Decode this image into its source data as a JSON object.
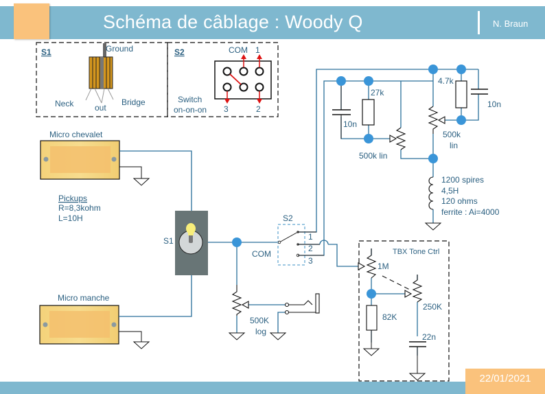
{
  "header": {
    "title": "Schéma de câblage : Woody Q",
    "author": "N. Braun"
  },
  "footer": {
    "date": "22/01/2021"
  },
  "colors": {
    "header_bar": "#7fb8cf",
    "accent": "#fac27c",
    "wire": "#2a6f9a",
    "node": "#3a95d8",
    "text": "#2a5f80",
    "switch_link": "#dd1111"
  },
  "legend_s1": {
    "title": "S1",
    "ground": "Ground",
    "neck": "Neck",
    "out": "out",
    "bridge": "Bridge"
  },
  "legend_s2": {
    "title": "S2",
    "com": "COM",
    "pin1": "1",
    "pin2": "2",
    "pin3": "3",
    "type_line1": "Switch",
    "type_line2": "on-on-on"
  },
  "pickups": {
    "bridge_label": "Micro chevalet",
    "neck_label": "Micro manche",
    "spec_title": "Pickups",
    "spec_r": "R=8,3kohm",
    "spec_l": "L=10H"
  },
  "s1_switch": {
    "label": "S1"
  },
  "s2_switch": {
    "label": "S2",
    "com": "COM",
    "pin1": "1",
    "pin2": "2",
    "pin3": "3"
  },
  "volume": {
    "value": "500K",
    "taper": "log"
  },
  "filter1": {
    "cap": "10n",
    "resistor": "27k",
    "pot": "500k lin"
  },
  "filter2": {
    "resistor": "4.7k",
    "cap": "10n",
    "pot_value": "500k",
    "pot_taper": "lin"
  },
  "inductor": {
    "line1": "1200 spires",
    "line2": "4,5H",
    "line3": "120 ohms",
    "line4": "ferrite : Ai=4000"
  },
  "tbx": {
    "title": "TBX Tone Ctrl",
    "pot1": "1M",
    "resistor": "82K",
    "pot2": "250K",
    "cap": "22n"
  }
}
